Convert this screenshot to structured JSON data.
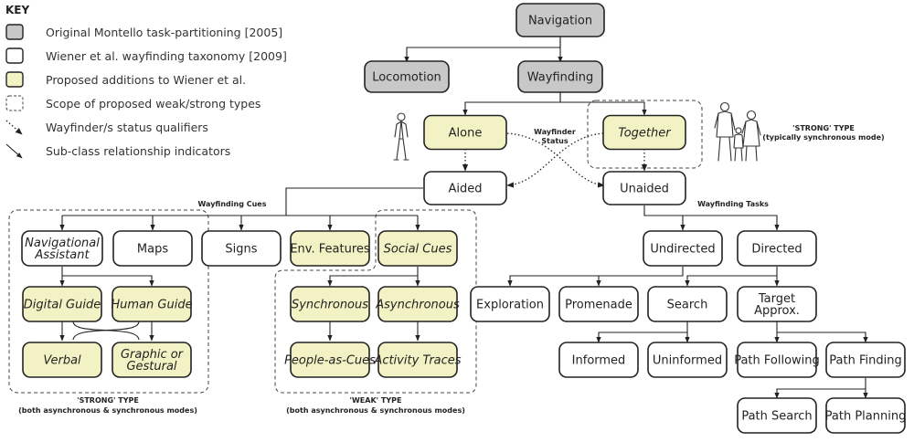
{
  "colors": {
    "montello": "#c8c8c8",
    "wiener": "#ffffff",
    "proposed": "#f2f2c4",
    "stroke": "#222222"
  },
  "key": {
    "title": "KEY",
    "items": [
      {
        "label": "Original Montello task-partitioning [2005]",
        "style": "montello"
      },
      {
        "label": "Wiener et al. wayfinding taxonomy [2009]",
        "style": "wiener"
      },
      {
        "label": "Proposed additions to Wiener et al.",
        "style": "proposed"
      },
      {
        "label": "Scope of proposed weak/strong types",
        "style": "scope"
      },
      {
        "label": "Wayfinder/s status qualifiers",
        "style": "dotted-arrow"
      },
      {
        "label": "Sub-class relationship indicators",
        "style": "solid-arrow"
      }
    ]
  },
  "nodes": {
    "navigation": {
      "lines": [
        "Navigation"
      ],
      "style": "montello"
    },
    "locomotion": {
      "lines": [
        "Locomotion"
      ],
      "style": "montello"
    },
    "wayfinding": {
      "lines": [
        "Wayfinding"
      ],
      "style": "montello"
    },
    "alone": {
      "lines": [
        "Alone"
      ],
      "style": "proposed"
    },
    "together": {
      "lines": [
        "Together"
      ],
      "style": "proposed",
      "italic": true
    },
    "aided": {
      "lines": [
        "Aided"
      ],
      "style": "wiener"
    },
    "unaided": {
      "lines": [
        "Unaided"
      ],
      "style": "wiener"
    },
    "nav_assistant": {
      "lines": [
        "Navigational",
        "Assistant"
      ],
      "style": "wiener",
      "italic": true
    },
    "maps": {
      "lines": [
        "Maps"
      ],
      "style": "wiener"
    },
    "signs": {
      "lines": [
        "Signs"
      ],
      "style": "wiener"
    },
    "env_features": {
      "lines": [
        "Env. Features"
      ],
      "style": "proposed"
    },
    "social_cues": {
      "lines": [
        "Social Cues"
      ],
      "style": "proposed",
      "italic": true
    },
    "digital_guide": {
      "lines": [
        "Digital Guide"
      ],
      "style": "proposed",
      "italic": true
    },
    "human_guide": {
      "lines": [
        "Human Guide"
      ],
      "style": "proposed",
      "italic": true
    },
    "verbal": {
      "lines": [
        "Verbal"
      ],
      "style": "proposed",
      "italic": true
    },
    "graphic": {
      "lines": [
        "Graphic or",
        "Gestural"
      ],
      "style": "proposed",
      "italic": true
    },
    "synchronous": {
      "lines": [
        "Synchronous"
      ],
      "style": "proposed",
      "italic": true
    },
    "asynchronous": {
      "lines": [
        "Asynchronous"
      ],
      "style": "proposed",
      "italic": true
    },
    "people_as_cues": {
      "lines": [
        "People-as-Cues"
      ],
      "style": "proposed",
      "italic": true
    },
    "activity_traces": {
      "lines": [
        "Activity Traces"
      ],
      "style": "proposed",
      "italic": true
    },
    "undirected": {
      "lines": [
        "Undirected"
      ],
      "style": "wiener"
    },
    "directed": {
      "lines": [
        "Directed"
      ],
      "style": "wiener"
    },
    "exploration": {
      "lines": [
        "Exploration"
      ],
      "style": "wiener"
    },
    "promenade": {
      "lines": [
        "Promenade"
      ],
      "style": "wiener"
    },
    "search": {
      "lines": [
        "Search"
      ],
      "style": "wiener"
    },
    "target_approx": {
      "lines": [
        "Target",
        "Approx."
      ],
      "style": "wiener"
    },
    "informed": {
      "lines": [
        "Informed"
      ],
      "style": "wiener"
    },
    "uninformed": {
      "lines": [
        "Uninformed"
      ],
      "style": "wiener"
    },
    "path_following": {
      "lines": [
        "Path Following"
      ],
      "style": "wiener"
    },
    "path_finding": {
      "lines": [
        "Path Finding"
      ],
      "style": "wiener"
    },
    "path_search": {
      "lines": [
        "Path Search"
      ],
      "style": "wiener"
    },
    "path_planning": {
      "lines": [
        "Path Planning"
      ],
      "style": "wiener"
    }
  },
  "labels": {
    "wayfinder_status": [
      "Wayfinder",
      "Status"
    ],
    "wayfinding_cues": "Wayfinding Cues",
    "wayfinding_tasks": "Wayfinding Tasks",
    "strong_type_top": [
      "'STRONG' TYPE",
      "(typically synchronous mode)"
    ],
    "strong_type_bottom": [
      "'STRONG' TYPE",
      "(both asynchronous & synchronous modes)"
    ],
    "weak_type_bottom": [
      "'WEAK' TYPE",
      "(both asynchronous & synchronous modes)"
    ]
  }
}
